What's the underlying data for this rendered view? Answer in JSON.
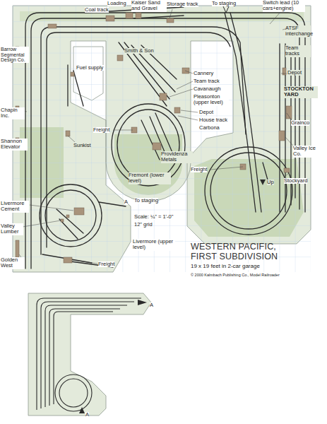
{
  "diagram": {
    "title": "WESTERN PACIFIC, FIRST SUBDIVISION",
    "labels": [
      "Loading",
      "Coal track",
      "Kaiser Sand and Gravel",
      "Storage track",
      "To staging",
      "Switch lead (10 cars+engine)",
      "ATSF interchange",
      "Team tracks",
      "Depot",
      "STOCKTON YARD",
      "Barrow Segmental Design Co.",
      "Smith & Son",
      "Fuel supply",
      "Cannery",
      "Team track",
      "Cavanaugh",
      "Pleasonton (upper level)",
      "Depot",
      "House track",
      "Carbona",
      "Grainco",
      "Chapin Inc.",
      "Freight",
      "Sunkist",
      "Providenza Metals",
      "Valley Ice Co.",
      "Shannon Elevator",
      "Freight",
      "Stockyard",
      "Up",
      "Fremont (lower level)",
      "Livermore Cement",
      "Valley Lumber",
      "A",
      "To staging",
      "Scale: ¼\" = 1'-0\"",
      "12\" grid",
      "Livermore (upper level)",
      "Freight",
      "Golden West",
      "19 x 19 feet in 2-car garage",
      "© 2000 Kalmbach Publishing Co., Model Railroader",
      "A",
      "A"
    ]
  }
}
